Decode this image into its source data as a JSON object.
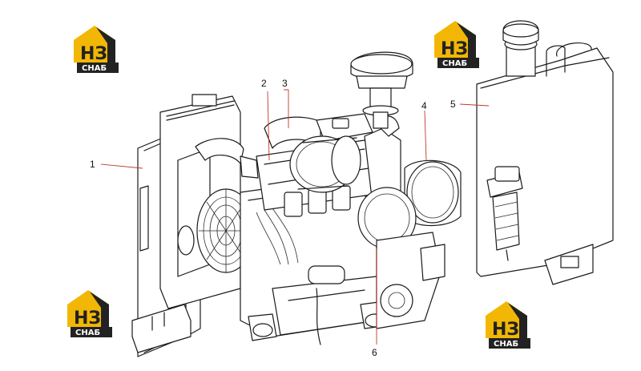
{
  "logo": {
    "letters": "НЗ",
    "caption": "СНАБ",
    "colors": {
      "gold": "#f2b705",
      "dark": "#222222"
    }
  },
  "callouts": [
    {
      "number": "1"
    },
    {
      "number": "2"
    },
    {
      "number": "3"
    },
    {
      "number": "4"
    },
    {
      "number": "5"
    },
    {
      "number": "6"
    }
  ],
  "colors": {
    "line": "#1a1a1a",
    "leader": "#c0392b"
  }
}
